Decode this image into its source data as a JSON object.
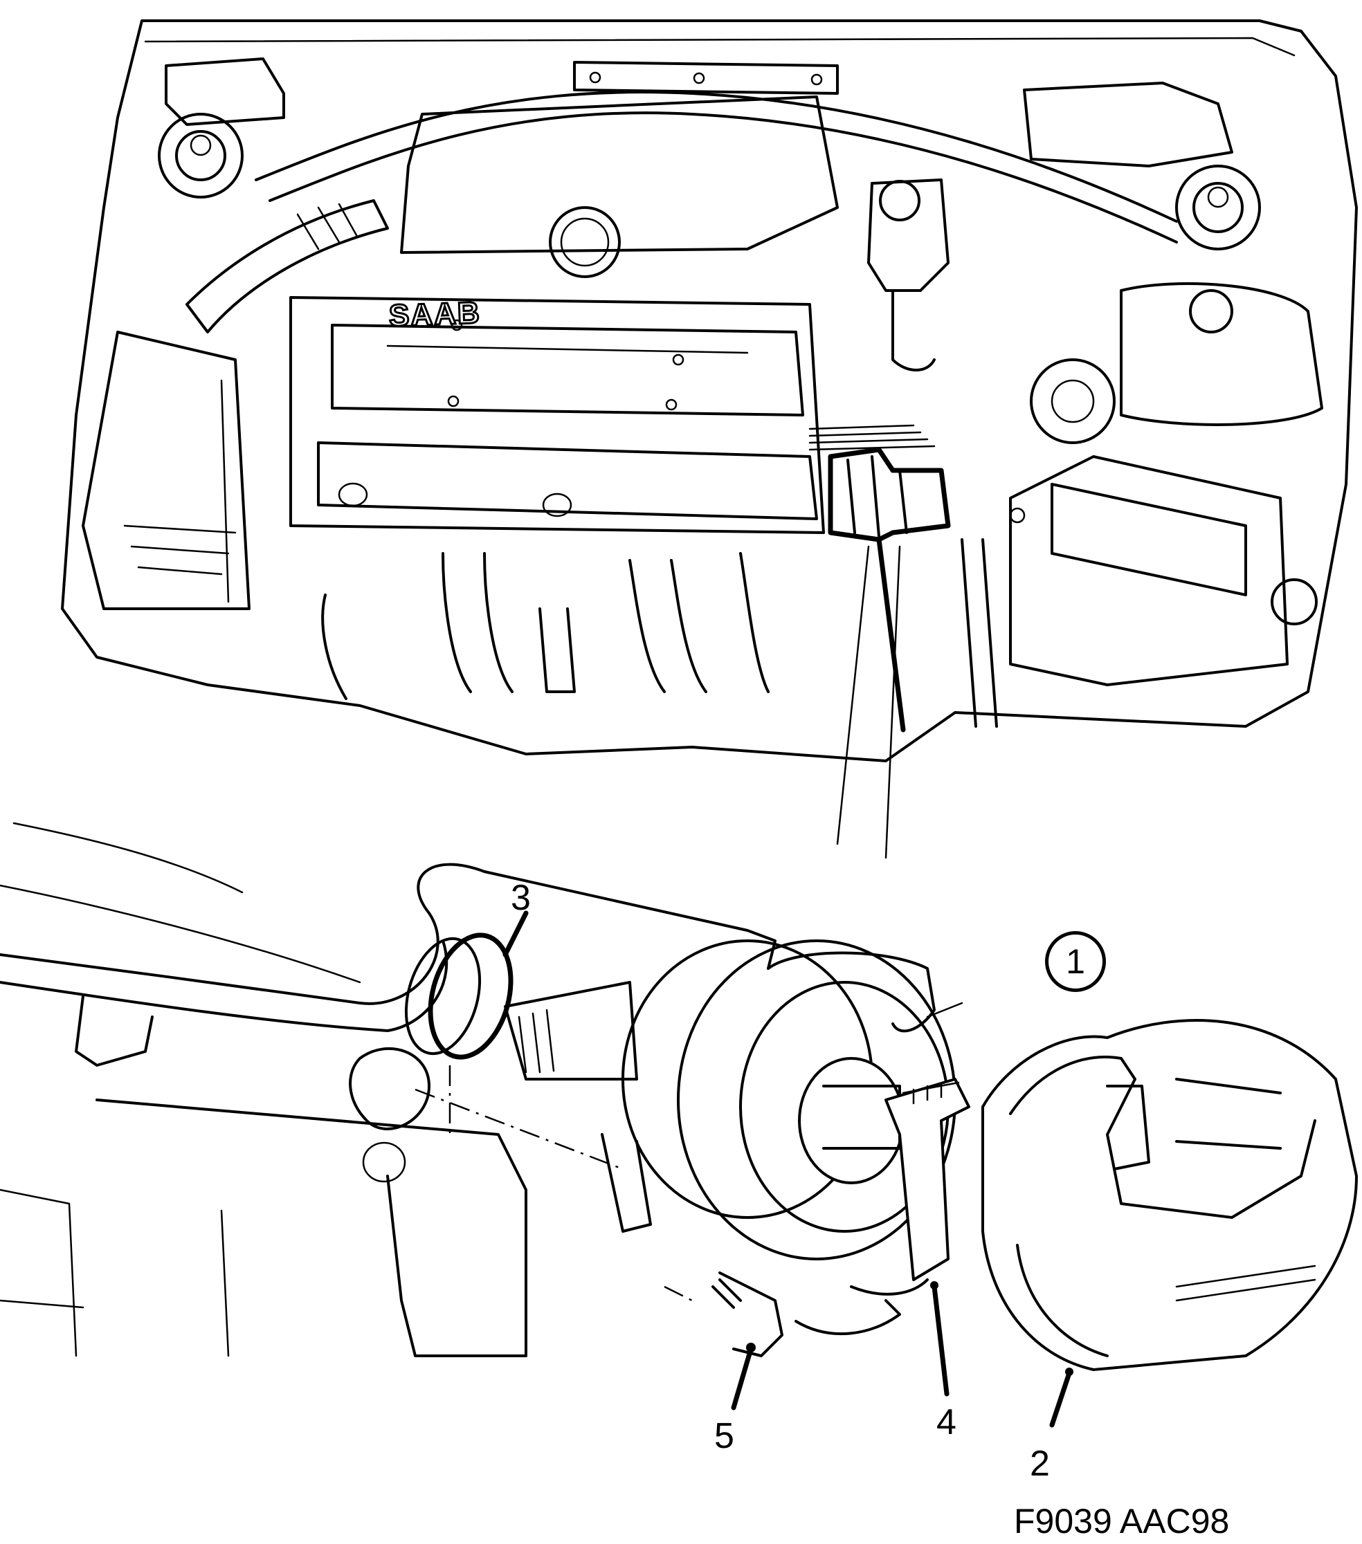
{
  "figure": {
    "type": "exploded-view technical illustration",
    "subject": "engine compartment with distributor assembly",
    "colors": {
      "line": "#000000",
      "background": "#ffffff"
    },
    "logo_text": "SAAB",
    "caption": "F9039 AAC98",
    "callouts": [
      {
        "id": "1",
        "text": "1",
        "style": "circled"
      },
      {
        "id": "2",
        "text": "2",
        "style": "plain"
      },
      {
        "id": "3",
        "text": "3",
        "style": "plain"
      },
      {
        "id": "4",
        "text": "4",
        "style": "plain"
      },
      {
        "id": "5",
        "text": "5",
        "style": "plain"
      }
    ]
  }
}
